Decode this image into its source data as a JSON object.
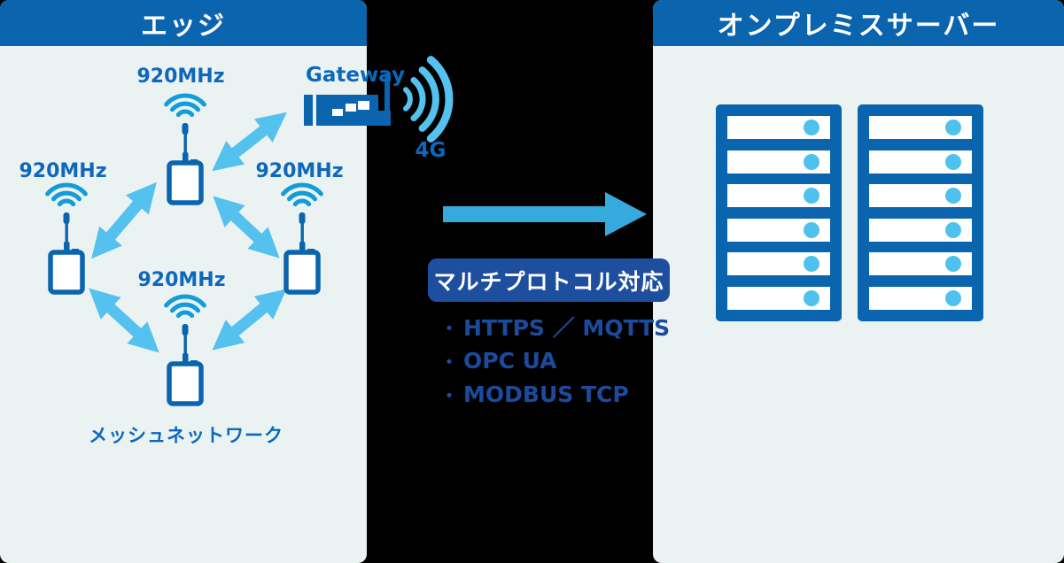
{
  "colors": {
    "panel_header_blue": "#0b64ae",
    "panel_body": "#ebf3f2",
    "device_blue": "#0b64ae",
    "wifi_arc_blue": "#129cd9",
    "mesh_arrow_blue": "#55c1ee",
    "flow_arrow_blue": "#36a9dd",
    "badge_navy": "#1d4f9e",
    "label_blue": "#0d68bd",
    "protocol_text_navy": "#1c4b9d",
    "led_light_blue": "#4fc1ef",
    "background": "#000000"
  },
  "left_panel": {
    "title": "エッジ",
    "caption": "メッシュネットワーク",
    "nodes": [
      {
        "position": "top",
        "label": "920MHz"
      },
      {
        "position": "left",
        "label": "920MHz"
      },
      {
        "position": "right",
        "label": "920MHz"
      },
      {
        "position": "bottom",
        "label": "920MHz"
      }
    ]
  },
  "gateway": {
    "label": "Gateway",
    "network_label": "4G"
  },
  "middle": {
    "badge": "マルチプロトコル対応",
    "bullet": "・",
    "items": [
      "HTTPS ／ MQTTS",
      "OPC UA",
      "MODBUS TCP"
    ]
  },
  "right_panel": {
    "title": "オンプレミスサーバー",
    "racks": {
      "count": 2,
      "units_per_rack": 6
    }
  }
}
